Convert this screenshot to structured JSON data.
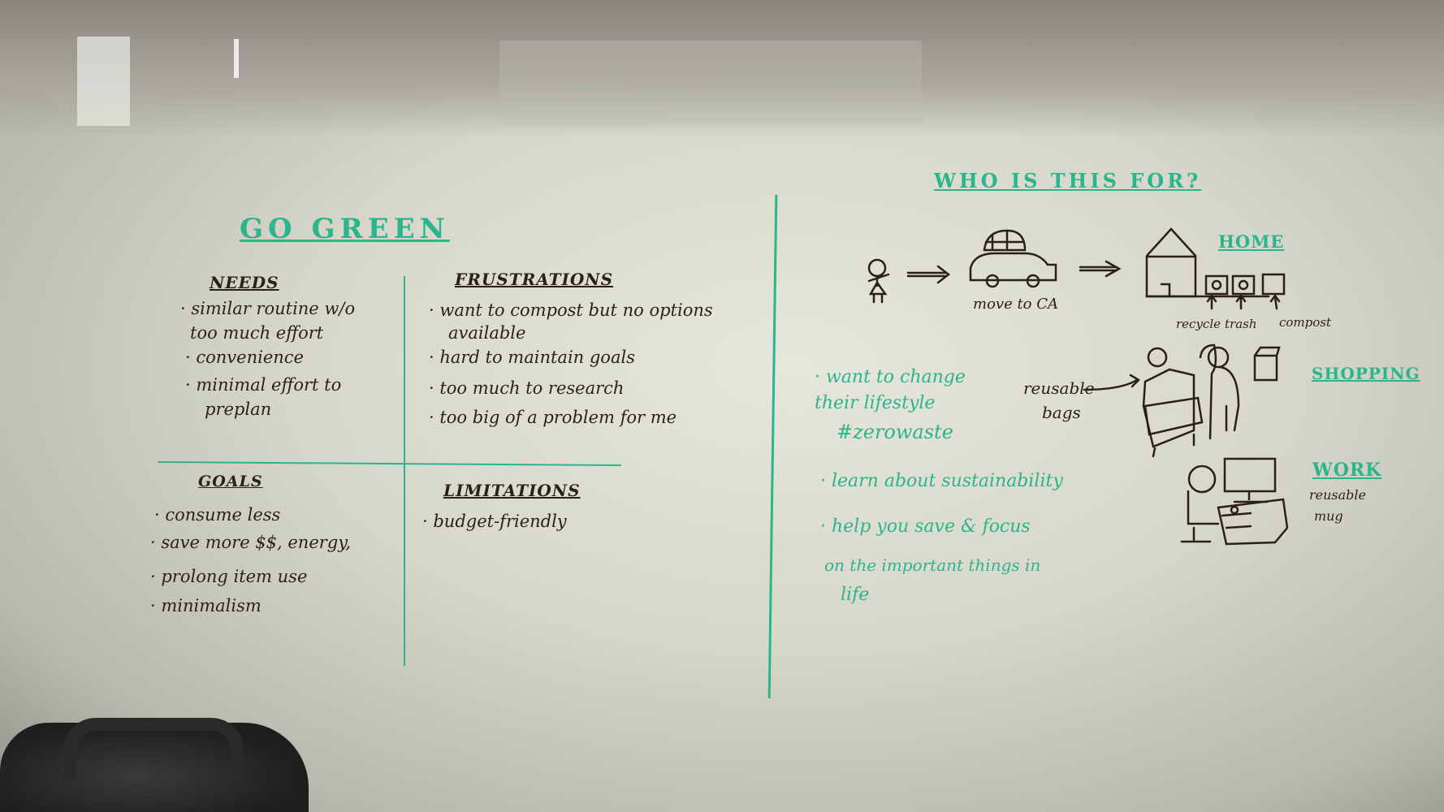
{
  "board": {
    "title": "GO GREEN",
    "needs": {
      "heading": "NEEDS",
      "items": [
        "· similar routine w/o",
        "too much effort",
        "· convenience",
        "· minimal effort to",
        "preplan"
      ]
    },
    "frustrations": {
      "heading": "FRUSTRATIONS",
      "items": [
        "· want to compost but no options",
        "available",
        "· hard to maintain goals",
        "· too much to research",
        "· too big of a problem for me"
      ]
    },
    "goals": {
      "heading": "GOALS",
      "items": [
        "· consume less",
        "· save more $$, energy,",
        "· prolong item use",
        "· minimalism"
      ]
    },
    "limitations": {
      "heading": "LIMITATIONS",
      "items": [
        "· budget-friendly"
      ]
    },
    "audience": {
      "heading": "WHO IS THIS FOR?",
      "move_label": "move to CA",
      "home_label": "HOME",
      "bin_labels": [
        "recycle",
        "trash",
        "compost"
      ],
      "shopping_label": "SHOPPING",
      "reusable_bags": [
        "reusable",
        "bags"
      ],
      "work_label": "WORK",
      "reusable_mug": [
        "reusable",
        "mug"
      ],
      "bullets": [
        "· want to change",
        "their lifestyle",
        "#zerowaste",
        "· learn about sustainability",
        "· help you save & focus",
        "on the important things in",
        "life"
      ]
    }
  },
  "colors": {
    "green_marker": "#2bb58d",
    "dark_marker": "#2a1f1c",
    "board": "#dcdcd2"
  }
}
